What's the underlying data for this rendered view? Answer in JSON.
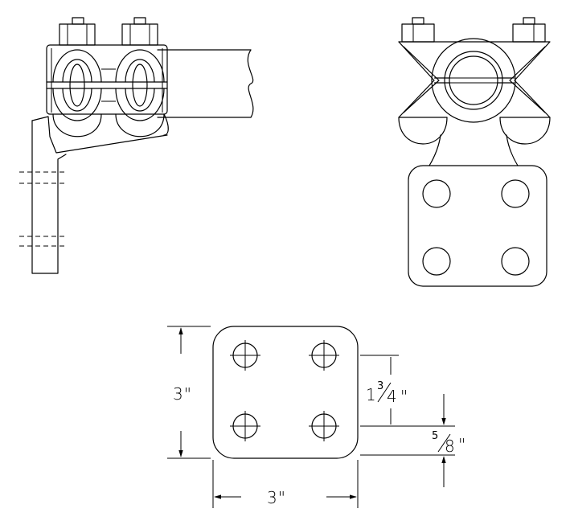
{
  "dimensions": {
    "height_label": "3\"",
    "width_label": "3\"",
    "hole_spacing_whole": "1",
    "hole_spacing_num": "3",
    "hole_spacing_den": "4",
    "hole_spacing_unit": "\"",
    "edge_offset_num": "5",
    "edge_offset_den": "8",
    "edge_offset_unit": "\""
  }
}
